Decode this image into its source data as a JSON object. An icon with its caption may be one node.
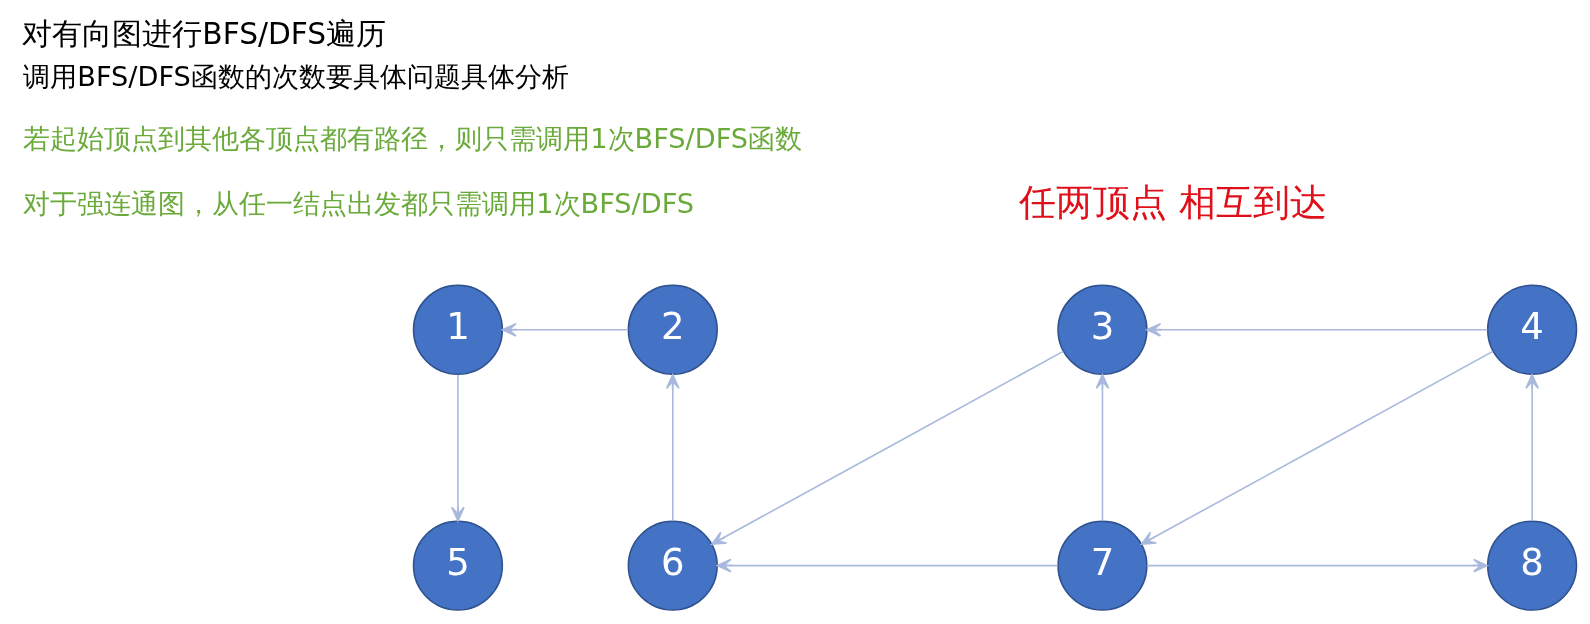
{
  "diagram": {
    "title": "对有向图进行BFS/DFS遍历",
    "nodes": [
      {
        "text": [
          "1"
        ]
      },
      {
        "text": [
          "2"
        ]
      },
      {
        "text": [
          "3"
        ]
      },
      {
        "text": [
          "4"
        ]
      },
      {
        "text": [
          "5"
        ]
      },
      {
        "text": [
          "6"
        ]
      },
      {
        "text": [
          "7"
        ]
      },
      {
        "text": [
          "8"
        ]
      }
    ],
    "edges": [
      {
        "from": 1,
        "to": 0,
        "arrow": "to"
      },
      {
        "from": 0,
        "to": 4,
        "arrow": "to"
      },
      {
        "from": 5,
        "to": 1,
        "arrow": "to"
      },
      {
        "from": 2,
        "to": 5,
        "arrow": "to"
      },
      {
        "from": 3,
        "to": 2,
        "arrow": "to"
      },
      {
        "from": 6,
        "to": 2,
        "arrow": "to"
      },
      {
        "from": 3,
        "to": 6,
        "arrow": "to"
      },
      {
        "from": 6,
        "to": 5,
        "arrow": "to"
      },
      {
        "from": 6,
        "to": 7,
        "arrow": "to"
      },
      {
        "from": 7,
        "to": 3,
        "arrow": "to"
      }
    ],
    "labels": [
      "调用BFS/DFS函数的次数要具体问题具体分析",
      "若起始顶点到其他各顶点都有路径，则只需调用1次BFS/DFS函数",
      "对于强连通图，从任一结点出发都只需调用1次BFS/DFS",
      "任两顶点 相互到达"
    ]
  }
}
